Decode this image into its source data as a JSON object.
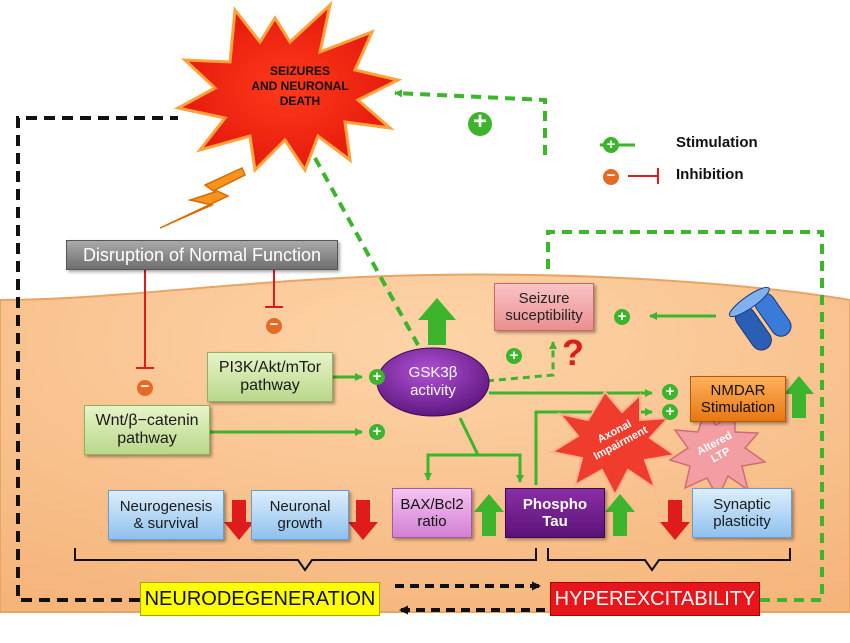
{
  "title_burst": {
    "line1": "SEIZURES",
    "line2": "AND NEURONAL",
    "line3": "DEATH"
  },
  "legend": {
    "stimulation": "Stimulation",
    "inhibition": "Inhibition"
  },
  "boxes": {
    "disruption": "Disruption of Normal Function",
    "seizure_line1": "Seizure",
    "seizure_line2": "suceptibility",
    "pi3k_line1": "PI3K/Akt/mTor",
    "pi3k_line2": "pathway",
    "wnt_line1": "Wnt/β−catenin",
    "wnt_line2": "pathway",
    "gsk_line1": "GSK3β",
    "gsk_line2": "activity",
    "nmdar_line1": "NMDAR",
    "nmdar_line2": "Stimulation",
    "neurogenesis_line1": "Neurogenesis",
    "neurogenesis_line2": "& survival",
    "neuronal_growth_line1": "Neuronal",
    "neuronal_growth_line2": "growth",
    "bax_line1": "BAX/Bcl2",
    "bax_line2": "ratio",
    "phospho_line1": "Phospho",
    "phospho_line2": "Tau",
    "axonal_line1": "Axonal",
    "axonal_line2": "Impairment",
    "altered_line1": "Altered",
    "altered_line2": "LTP",
    "synaptic_line1": "Synaptic",
    "synaptic_line2": "plasticity",
    "neurodegeneration": "NEURODEGENERATION",
    "hyperexcitability": "HYPEREXCITABILITY"
  },
  "symbols": {
    "plus": "+",
    "minus": "−",
    "question": "?"
  },
  "colors": {
    "stimulation": "#3cb42c",
    "inhibition": "#e01b1b",
    "cell": "#fbc48f",
    "burst": "#f21c0c",
    "gsk": "#6f1f8e",
    "phospho": "#6a1a86",
    "nmdar": "#f08a22",
    "neurodegeneration": "#ffff00",
    "hyperexcitability": "#e8151b"
  }
}
